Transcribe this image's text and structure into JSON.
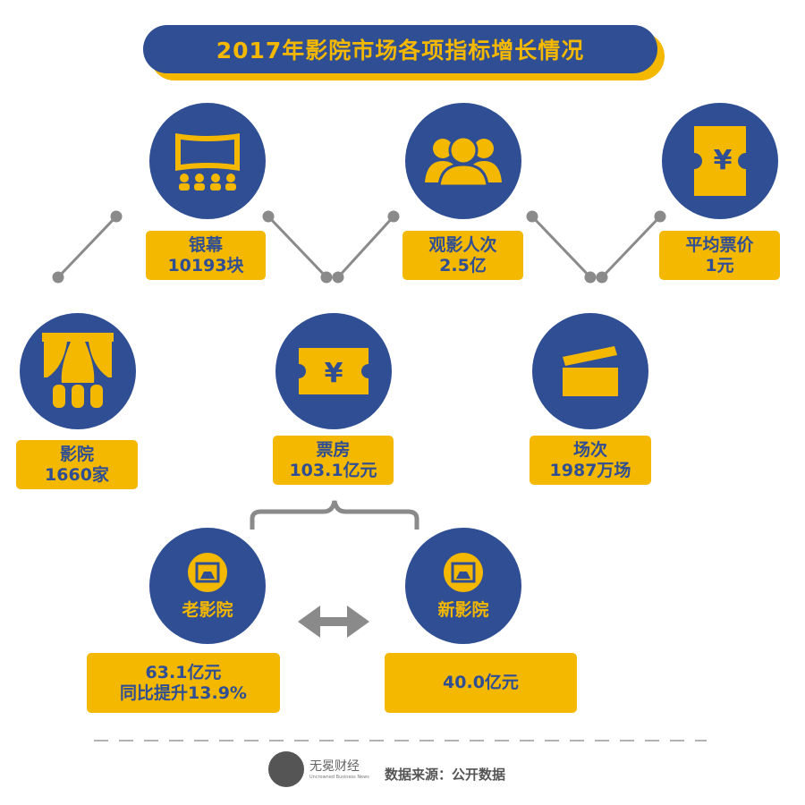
{
  "title": "2017年影院市场各项指标增长情况",
  "indicators": [
    {
      "icon": "screen-icon",
      "name": "银幕",
      "value": "10193块"
    },
    {
      "icon": "audience-icon",
      "name": "观影人次",
      "value": "2.5亿"
    },
    {
      "icon": "ticket-icon",
      "name": "平均票价",
      "value": "1元"
    },
    {
      "icon": "theater-icon",
      "name": "影院",
      "value": "1660家"
    },
    {
      "icon": "box-office-icon",
      "name": "票房",
      "value": "103.1亿元"
    },
    {
      "icon": "clapperboard-icon",
      "name": "场次",
      "value": "1987万场"
    }
  ],
  "split": {
    "old": {
      "name": "老影院",
      "line1": "63.1亿元",
      "line2": "同比提升13.9%"
    },
    "new": {
      "name": "新影院",
      "line1": "40.0亿元"
    }
  },
  "footer": {
    "brand": "无冕财经",
    "brand_en": "Uncrowned Business News",
    "source": "数据来源：公开数据"
  },
  "colors": {
    "blue": "#2f4e93",
    "yellow": "#f5b800",
    "gray": "#8a8a8a"
  }
}
